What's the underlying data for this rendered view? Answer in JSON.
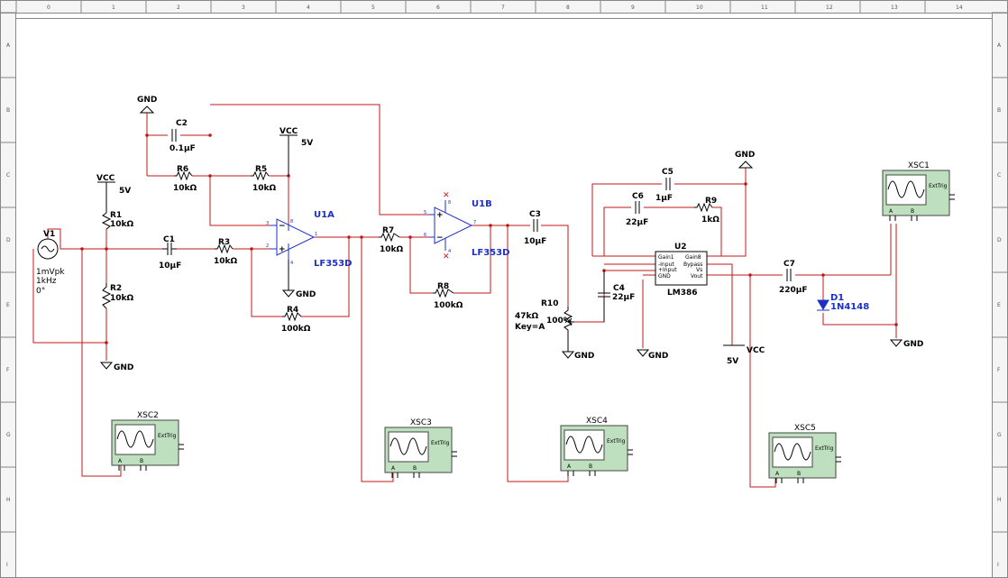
{
  "ruler": {
    "columns": [
      "0",
      "1",
      "2",
      "3",
      "4",
      "5",
      "6",
      "7",
      "8",
      "9",
      "10",
      "11",
      "12",
      "13",
      "14"
    ],
    "rows": [
      "A",
      "B",
      "C",
      "D",
      "E",
      "F",
      "G",
      "H",
      "I"
    ]
  },
  "gnd_label": "GND",
  "vcc_label": "VCC",
  "vcc_value": "5V",
  "source": {
    "ref": "V1",
    "line1": "1mVpk",
    "line2": "1kHz",
    "line3": "0°"
  },
  "resistors": {
    "R1": {
      "ref": "R1",
      "value": "10kΩ"
    },
    "R2": {
      "ref": "R2",
      "value": "10kΩ"
    },
    "R3": {
      "ref": "R3",
      "value": "10kΩ"
    },
    "R4": {
      "ref": "R4",
      "value": "100kΩ"
    },
    "R5": {
      "ref": "R5",
      "value": "10kΩ"
    },
    "R6": {
      "ref": "R6",
      "value": "10kΩ"
    },
    "R7": {
      "ref": "R7",
      "value": "10kΩ"
    },
    "R8": {
      "ref": "R8",
      "value": "100kΩ"
    },
    "R9": {
      "ref": "R9",
      "value": "1kΩ"
    }
  },
  "potentiometer": {
    "ref": "R10",
    "value": "47kΩ",
    "setting": "100%",
    "key": "Key=A"
  },
  "capacitors": {
    "C1": {
      "ref": "C1",
      "value": "10μF"
    },
    "C2": {
      "ref": "C2",
      "value": "0.1μF"
    },
    "C3": {
      "ref": "C3",
      "value": "10μF"
    },
    "C4": {
      "ref": "C4",
      "value": "22μF"
    },
    "C5": {
      "ref": "C5",
      "value": "1μF"
    },
    "C6": {
      "ref": "C6",
      "value": "22μF"
    },
    "C7": {
      "ref": "C7",
      "value": "220μF"
    }
  },
  "opamps": {
    "U1A": {
      "ref": "U1A",
      "part": "LF353D"
    },
    "U1B": {
      "ref": "U1B",
      "part": "LF353D"
    }
  },
  "amp": {
    "ref": "U2",
    "part": "LM386",
    "pins": [
      "Gain1",
      "Gain8",
      "-Input",
      "Bypass",
      "+Input",
      "Vs",
      "GND",
      "Vout"
    ]
  },
  "diode": {
    "ref": "D1",
    "part": "1N4148"
  },
  "scope_trig": "ExtTrig",
  "scopes": [
    "XSC1",
    "XSC2",
    "XSC3",
    "XSC4",
    "XSC5"
  ]
}
